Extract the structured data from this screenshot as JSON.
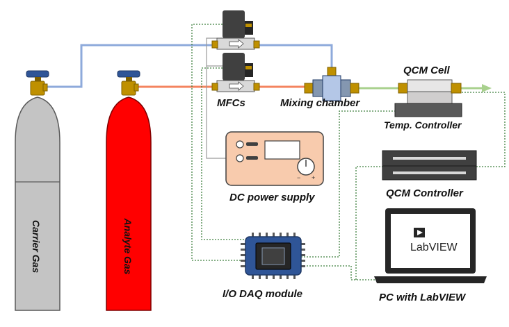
{
  "labels": {
    "carrier_gas": "Carrier Gas",
    "analyte_gas": "Analyte Gas",
    "mfcs": "MFCs",
    "mixing_chamber": "Mixing chamber",
    "qcm_cell": "QCM Cell",
    "temp_controller": "Temp. Controller",
    "dc_power_supply": "DC power supply",
    "qcm_controller": "QCM Controller",
    "io_daq_module": "I/O DAQ module",
    "pc_with_labview": "PC with LabVIEW",
    "labview_logo_text": "LabVIEW"
  },
  "colors": {
    "carrier_cylinder": "#c4c4c4",
    "analyte_cylinder": "#ff0000",
    "carrier_line": "#8eaadb",
    "analyte_line": "#f4845f",
    "outlet_line": "#a9d18e",
    "signal_line": "#3f7f3f",
    "valve_knob": "#2f5597",
    "brass_fitting": "#bf9000",
    "power_supply_face": "#f8cbad",
    "daq_blue": "#2f5597"
  }
}
